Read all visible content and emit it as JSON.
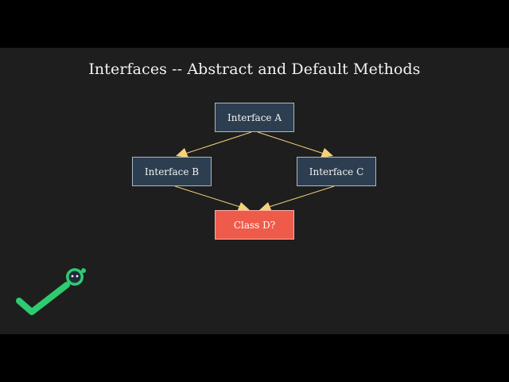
{
  "slide": {
    "title": "Interfaces -- Abstract and Default Methods"
  },
  "diagram": {
    "nodes": {
      "interface_a": "Interface A",
      "interface_b": "Interface B",
      "interface_c": "Interface C",
      "class_d": "Class D?"
    },
    "edges": [
      {
        "from": "interface_a",
        "to": "interface_b"
      },
      {
        "from": "interface_a",
        "to": "interface_c"
      },
      {
        "from": "interface_b",
        "to": "class_d"
      },
      {
        "from": "interface_c",
        "to": "class_d"
      }
    ]
  },
  "colors": {
    "background": "#1e1e1e",
    "interface_fill": "#2c3e50",
    "class_fill": "#ef5b4a",
    "arrow": "#f5d27a",
    "check_mark": "#2ecc71"
  },
  "icons": {
    "mascot": "check-mark-robot-icon"
  }
}
